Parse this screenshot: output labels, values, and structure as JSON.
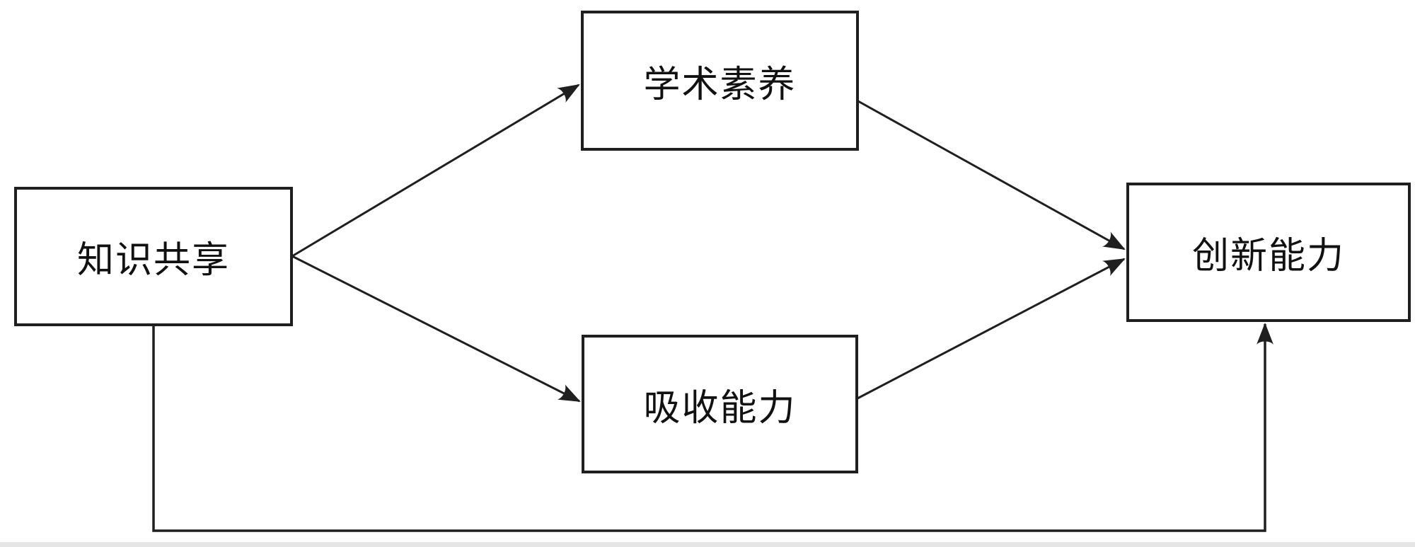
{
  "figure": {
    "type": "mediation-model-flowchart",
    "background_color": "#ffffff",
    "line_color": "#1f1f1f",
    "bottom_band_color": "#e5e5e5"
  },
  "nodes": {
    "knowledge_sharing": {
      "label": "知识共享"
    },
    "academic_literacy": {
      "label": "学术素养"
    },
    "absorptive_capacity": {
      "label": "吸收能力"
    },
    "innovation_capability": {
      "label": "创新能力"
    }
  },
  "edges": [
    {
      "from": "知识共享",
      "to": "学术素养",
      "shape": "straight",
      "arrow": "end"
    },
    {
      "from": "知识共享",
      "to": "吸收能力",
      "shape": "straight",
      "arrow": "end"
    },
    {
      "from": "学术素养",
      "to": "创新能力",
      "shape": "straight",
      "arrow": "end"
    },
    {
      "from": "吸收能力",
      "to": "创新能力",
      "shape": "straight",
      "arrow": "end"
    },
    {
      "from": "知识共享",
      "to": "创新能力",
      "shape": "orthogonal-bottom-route",
      "arrow": "end"
    }
  ]
}
